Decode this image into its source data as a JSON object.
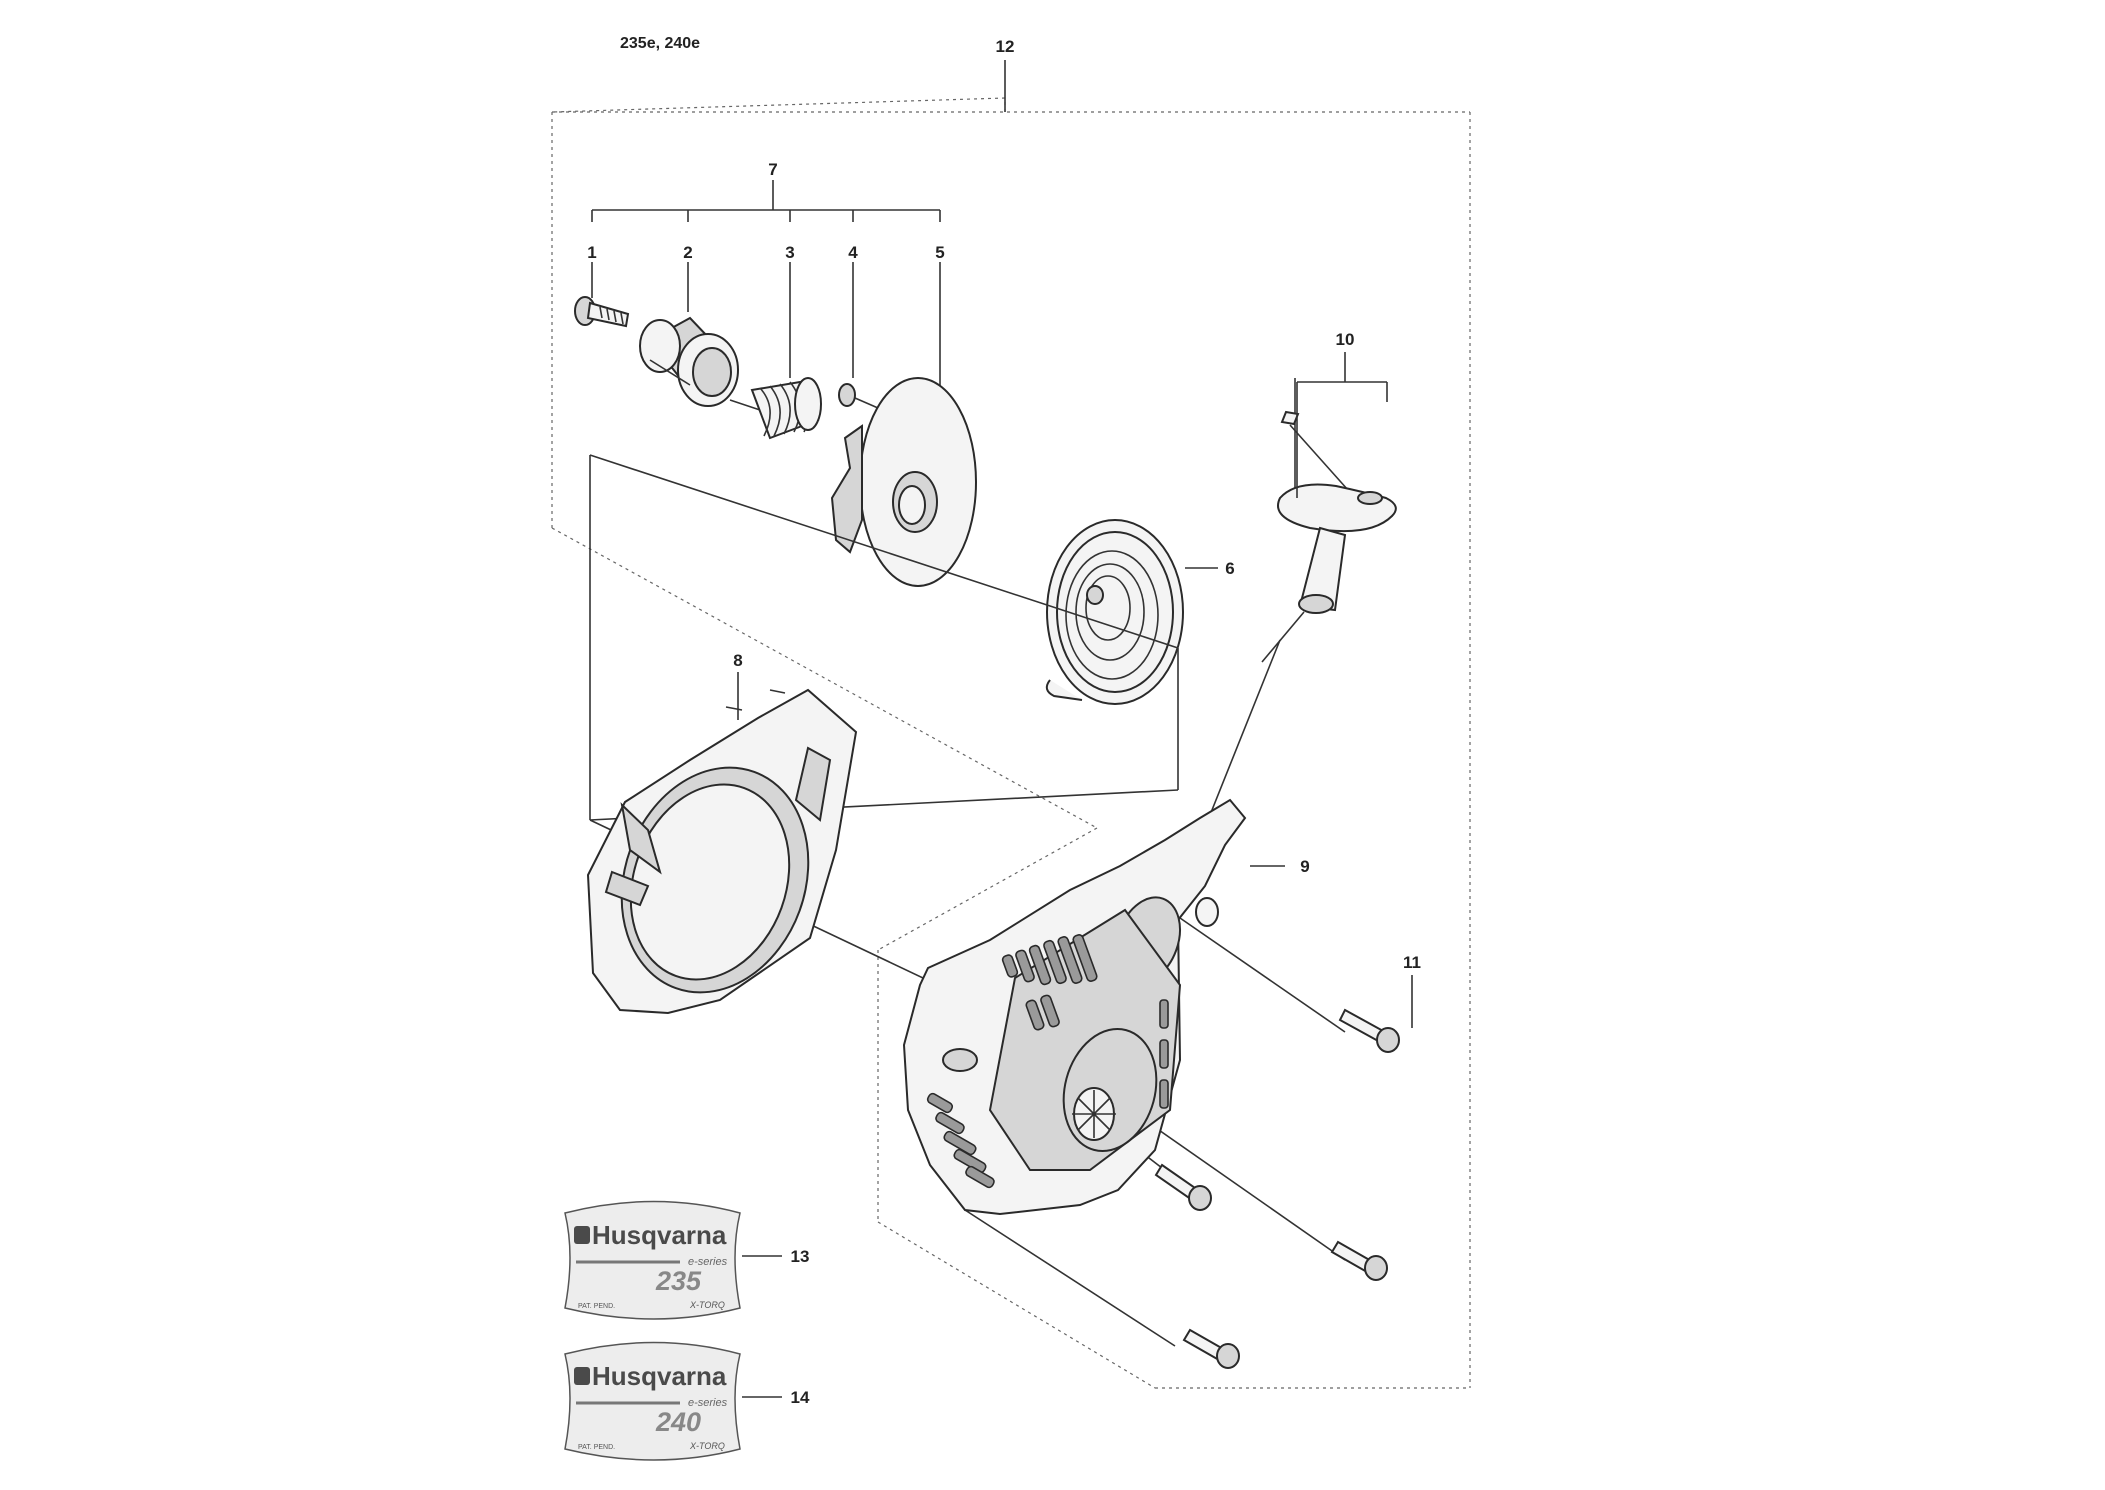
{
  "model_label": "235e, 240e",
  "callouts": {
    "c1": "1",
    "c2": "2",
    "c3": "3",
    "c4": "4",
    "c5": "5",
    "c6": "6",
    "c7": "7",
    "c8": "8",
    "c9": "9",
    "c10": "10",
    "c11": "11",
    "c12": "12",
    "c13": "13",
    "c14": "14"
  },
  "decals": [
    {
      "brand": "Husqvarna",
      "series": "e-series",
      "model": "235",
      "note": "PAT. PEND.",
      "tech": "X-TORQ"
    },
    {
      "brand": "Husqvarna",
      "series": "e-series",
      "model": "240",
      "note": "PAT. PEND.",
      "tech": "X-TORQ"
    }
  ]
}
